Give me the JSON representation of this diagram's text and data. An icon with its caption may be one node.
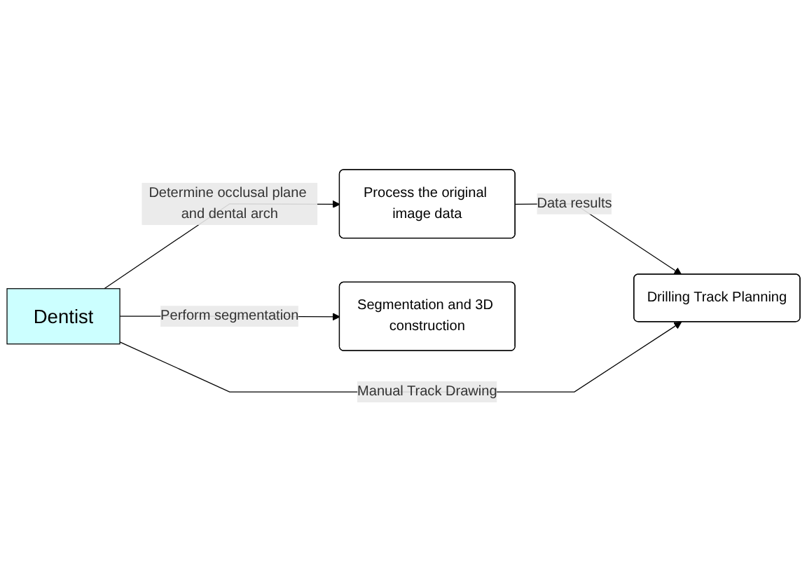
{
  "diagram": {
    "nodes": [
      {
        "text": [
          "Dentist"
        ]
      },
      {
        "text": [
          "Process the original image data"
        ]
      },
      {
        "text": [
          "Drilling Track Planning"
        ]
      },
      {
        "text": [
          "Segmentation and 3D construction"
        ]
      }
    ],
    "edges": [
      {
        "from": 0,
        "to": 1,
        "arrow": "to",
        "label": "Determine occlusal plane and dental arch"
      },
      {
        "from": 1,
        "to": 2,
        "arrow": "to",
        "label": "Data results"
      },
      {
        "from": 0,
        "to": 2,
        "arrow": "to",
        "label": "Manual Track Drawing"
      },
      {
        "from": 0,
        "to": 3,
        "arrow": "to",
        "label": "Perform segmentation"
      }
    ]
  }
}
